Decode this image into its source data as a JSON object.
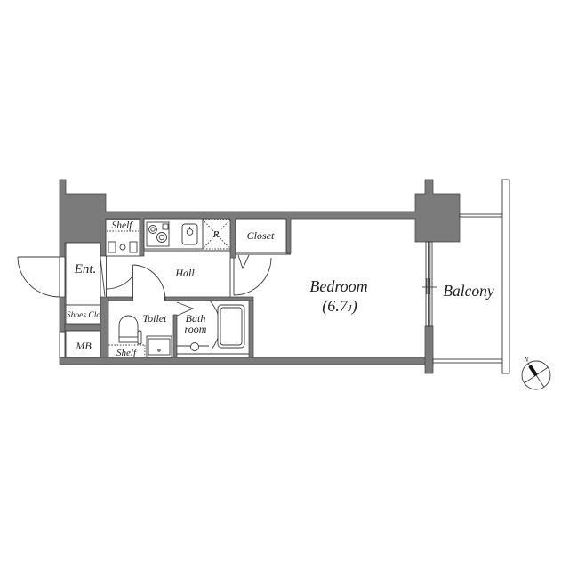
{
  "floor_plan": {
    "rooms": {
      "entrance": {
        "label": "Ent."
      },
      "shoes_closet": {
        "label": "Shoes Clo"
      },
      "meter_box": {
        "label": "MB"
      },
      "shelf_top": {
        "label": "Shelf"
      },
      "refrigerator": {
        "label": "R"
      },
      "closet": {
        "label": "Closet"
      },
      "hall": {
        "label": "Hall"
      },
      "toilet": {
        "label": "Toilet"
      },
      "toilet_shelf": {
        "label": "Shelf"
      },
      "bathroom": {
        "label_line1": "Bath",
        "label_line2": "room"
      },
      "bedroom": {
        "label": "Bedroom",
        "area_prefix": "(6.7",
        "area_unit": "J",
        "area_suffix": ")"
      },
      "balcony": {
        "label": "Balcony"
      }
    },
    "compass": {
      "north_label": "N",
      "icon": "compass-icon"
    },
    "colors": {
      "wall": "#7b7b7b",
      "line": "#3a3a3a",
      "background": "#ffffff"
    }
  }
}
